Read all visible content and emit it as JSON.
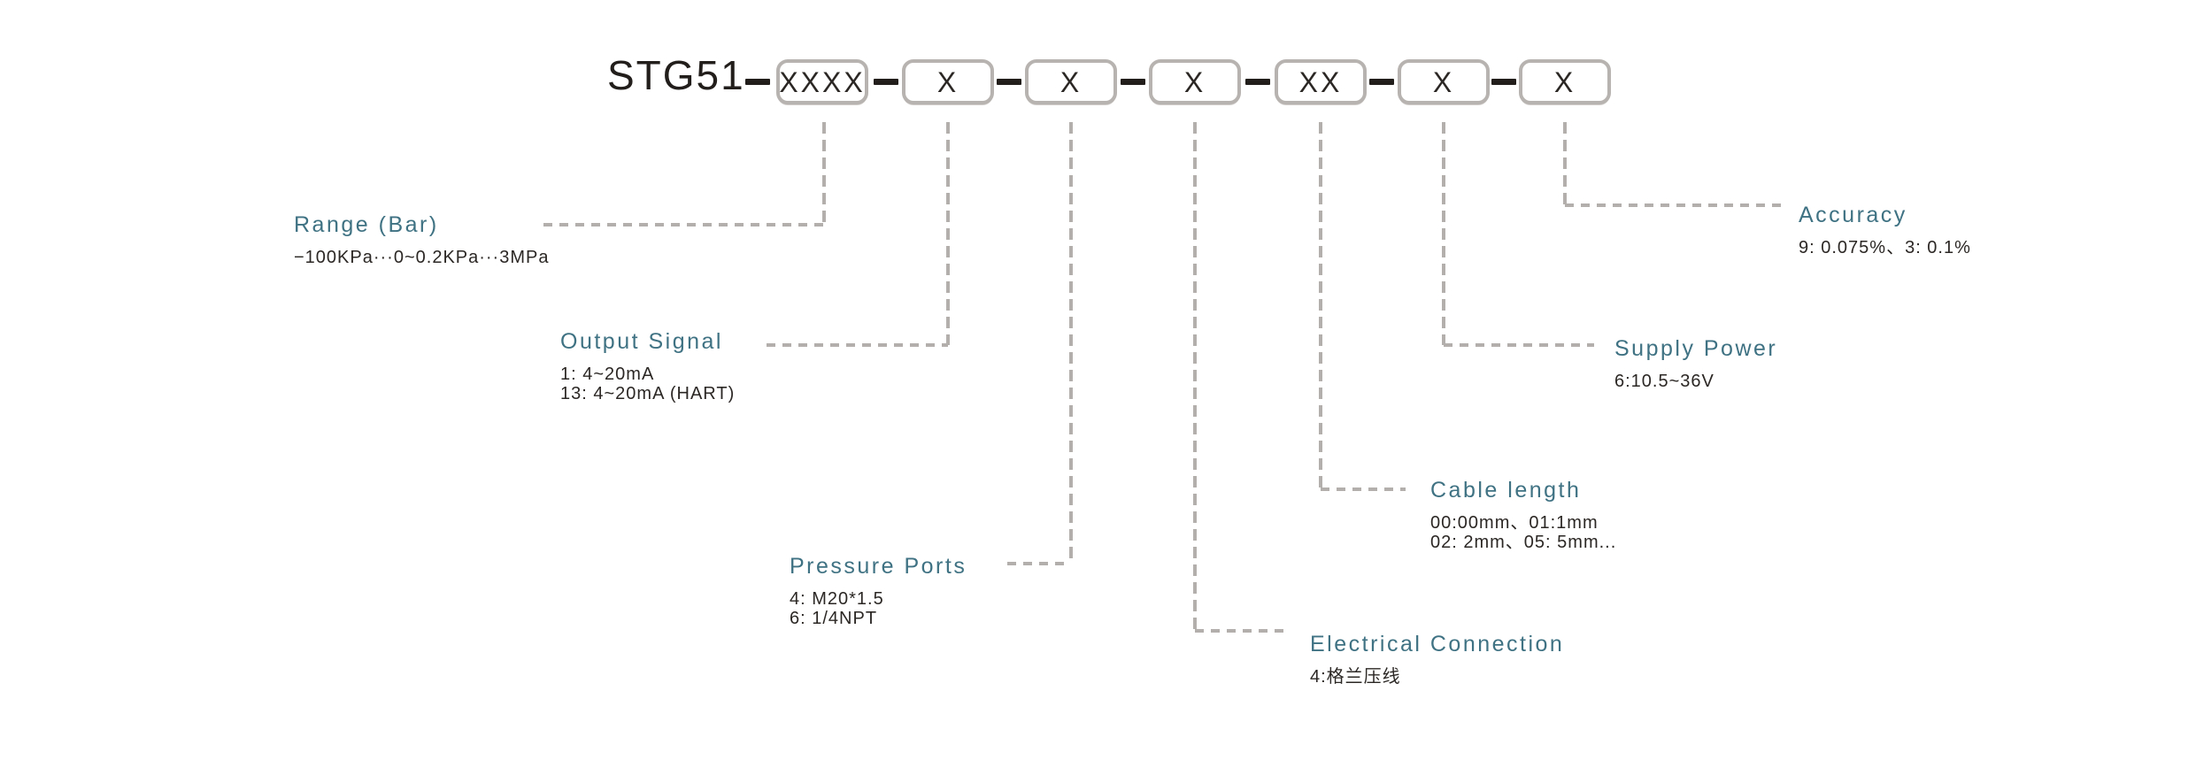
{
  "colors": {
    "accent_teal": "#3F7283",
    "box_border": "#B7B3B0",
    "dash_gray": "#B3AFAC",
    "text_black": "#221E1C"
  },
  "model": {
    "prefix": "STG51",
    "separator": "—"
  },
  "code_boxes": [
    {
      "label": "XXXX"
    },
    {
      "label": "X"
    },
    {
      "label": "X"
    },
    {
      "label": "X"
    },
    {
      "label": "XX"
    },
    {
      "label": "X"
    },
    {
      "label": "X"
    }
  ],
  "specs": {
    "range": {
      "title": "Range (Bar)",
      "lines": [
        "−100KPa···0~0.2KPa···3MPa"
      ]
    },
    "output_signal": {
      "title": "Output Signal",
      "lines": [
        "1: 4~20mA",
        "13: 4~20mA (HART)"
      ]
    },
    "pressure_ports": {
      "title": "Pressure Ports",
      "lines": [
        "4: M20*1.5",
        "6: 1/4NPT"
      ]
    },
    "electrical_connection": {
      "title": "Electrical Connection",
      "lines": [
        "4:格兰压线"
      ]
    },
    "cable_length": {
      "title": "Cable length",
      "lines": [
        "00:00mm、01:1mm",
        "02: 2mm、05: 5mm..."
      ]
    },
    "supply_power": {
      "title": "Supply Power",
      "lines": [
        "6:10.5~36V"
      ]
    },
    "accuracy": {
      "title": "Accuracy",
      "lines": [
        "9: 0.075%、3: 0.1%"
      ]
    }
  }
}
